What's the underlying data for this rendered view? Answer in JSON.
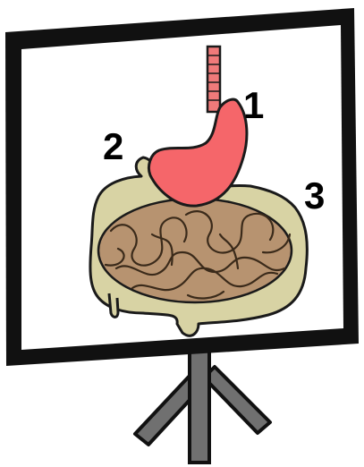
{
  "labels": {
    "esophagus_stomach": "1",
    "duodenum": "2",
    "intestines": "3"
  },
  "colors": {
    "frame": "#111111",
    "board": "#ffffff",
    "stand": "#707070",
    "stand_outline": "#111111",
    "esophagus": "#f07a7a",
    "stomach": "#f5666a",
    "large_intestine": "#d8d3a4",
    "small_intestine": "#b79370",
    "organ_outline": "#1a1a1a"
  }
}
